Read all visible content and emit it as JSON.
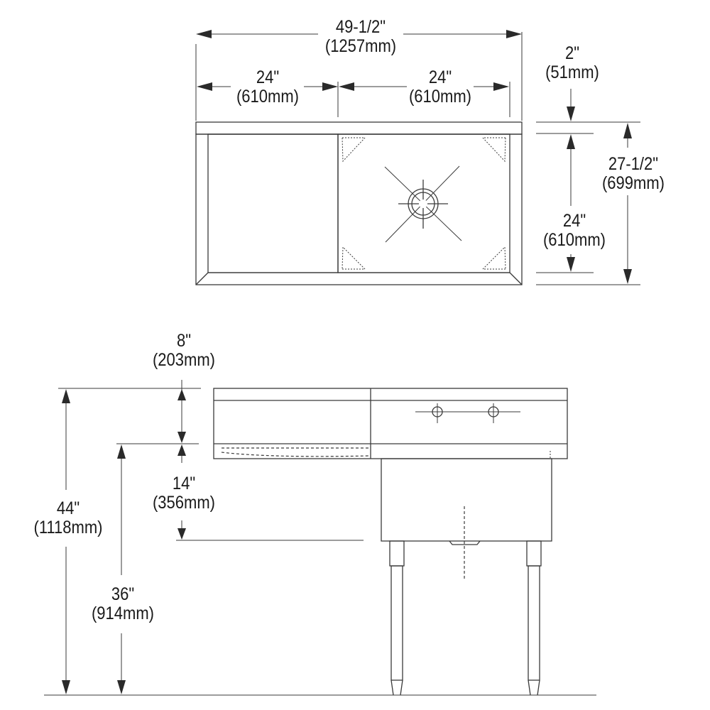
{
  "title": "Single compartment sink with left drainboard - dimension drawing",
  "colors": {
    "line": "#3a3a3a",
    "background": "#ffffff",
    "text": "#1a1a1a"
  },
  "top_view": {
    "overall_width": {
      "imperial": "49-1/2\"",
      "metric": "(1257mm)"
    },
    "drainboard_width": {
      "imperial": "24\"",
      "metric": "(610mm)"
    },
    "bowl_width": {
      "imperial": "24\"",
      "metric": "(610mm)"
    },
    "backsplash_depth": {
      "imperial": "2\"",
      "metric": "(51mm)"
    },
    "bowl_front_to_back": {
      "imperial": "24\"",
      "metric": "(610mm)"
    },
    "overall_depth": {
      "imperial": "27-1/2\"",
      "metric": "(699mm)"
    },
    "drain_icon": "drain-crosshair-icon",
    "corner_marks": "dotted-triangle-corner-icon"
  },
  "front_view": {
    "backsplash_height": {
      "imperial": "8\"",
      "metric": "(203mm)"
    },
    "bowl_depth": {
      "imperial": "14\"",
      "metric": "(356mm)"
    },
    "overall_height": {
      "imperial": "44\"",
      "metric": "(1118mm)"
    },
    "rim_height": {
      "imperial": "36\"",
      "metric": "(914mm)"
    },
    "faucet_holes": 2,
    "legs": 2
  }
}
